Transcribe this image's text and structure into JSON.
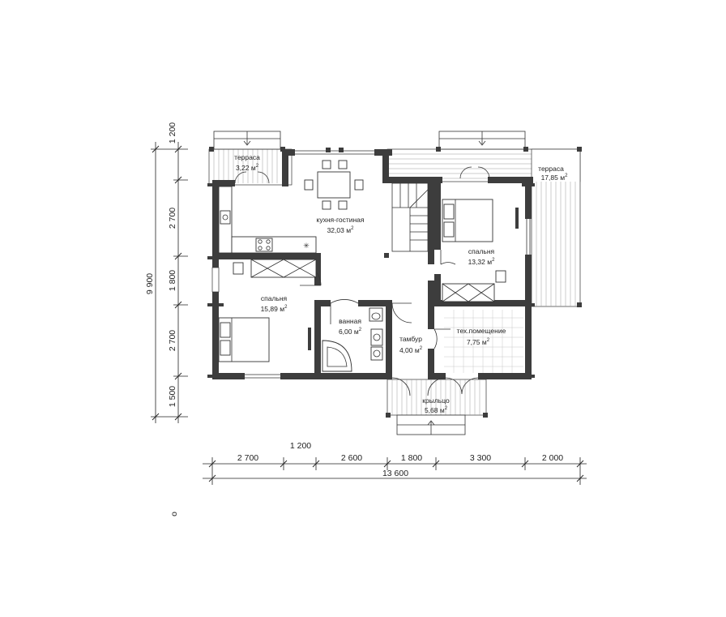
{
  "rooms": [
    {
      "id": "terrace-left",
      "name": "терраса",
      "area": "3,22 м",
      "sup": "2"
    },
    {
      "id": "kitchen",
      "name": "кухня-гостиная",
      "area": "32,03 м",
      "sup": "2"
    },
    {
      "id": "terrace-right",
      "name": "терраса",
      "area": "17,85 м",
      "sup": "2"
    },
    {
      "id": "bedroom-right",
      "name": "спальня",
      "area": "13,32 м",
      "sup": "2"
    },
    {
      "id": "bedroom-left",
      "name": "спальня",
      "area": "15,89 м",
      "sup": "2"
    },
    {
      "id": "bath",
      "name": "ванная",
      "area": "6,00 м",
      "sup": "2"
    },
    {
      "id": "vestibule",
      "name": "тамбур",
      "area": "4,00 м",
      "sup": "2"
    },
    {
      "id": "tech",
      "name": "тех.помещение",
      "area": "7,75 м",
      "sup": "2"
    },
    {
      "id": "porch",
      "name": "крыльцо",
      "area": "5,68 м",
      "sup": "2"
    }
  ],
  "dims_vertical": [
    "1 200",
    "2 700",
    "1 800",
    "2 700",
    "1 500"
  ],
  "dim_vertical_total": "9 900",
  "dims_horizontal": [
    "2 700",
    "1 200",
    "2 600",
    "1 800",
    "3 300",
    "2 000"
  ],
  "dim_horizontal_total": "13 600",
  "stray_mark": "o"
}
